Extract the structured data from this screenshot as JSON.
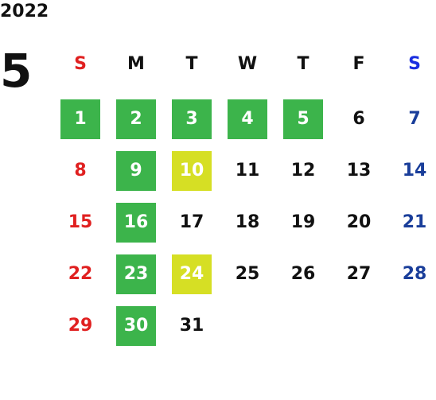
{
  "year": "2022",
  "month": "5",
  "colors": {
    "sunday": "#e02020",
    "saturday": "#1a3e9a",
    "weekday": "#111111",
    "green": "#3cb44b",
    "yellow": "#d6df24"
  },
  "weekdays": [
    {
      "label": "S",
      "color": "#e02020"
    },
    {
      "label": "M",
      "color": "#111111"
    },
    {
      "label": "T",
      "color": "#111111"
    },
    {
      "label": "W",
      "color": "#111111"
    },
    {
      "label": "T",
      "color": "#111111"
    },
    {
      "label": "F",
      "color": "#111111"
    },
    {
      "label": "S",
      "color": "#1a2ee0"
    }
  ],
  "weeks": [
    [
      {
        "day": "1",
        "highlight": "green"
      },
      {
        "day": "2",
        "highlight": "green"
      },
      {
        "day": "3",
        "highlight": "green"
      },
      {
        "day": "4",
        "highlight": "green"
      },
      {
        "day": "5",
        "highlight": "green"
      },
      {
        "day": "6"
      },
      {
        "day": "7"
      }
    ],
    [
      {
        "day": "8"
      },
      {
        "day": "9",
        "highlight": "green"
      },
      {
        "day": "10",
        "highlight": "yellow"
      },
      {
        "day": "11"
      },
      {
        "day": "12"
      },
      {
        "day": "13"
      },
      {
        "day": "14"
      }
    ],
    [
      {
        "day": "15"
      },
      {
        "day": "16",
        "highlight": "green"
      },
      {
        "day": "17"
      },
      {
        "day": "18"
      },
      {
        "day": "19"
      },
      {
        "day": "20"
      },
      {
        "day": "21"
      }
    ],
    [
      {
        "day": "22"
      },
      {
        "day": "23",
        "highlight": "green"
      },
      {
        "day": "24",
        "highlight": "yellow"
      },
      {
        "day": "25"
      },
      {
        "day": "26"
      },
      {
        "day": "27"
      },
      {
        "day": "28"
      }
    ],
    [
      {
        "day": "29"
      },
      {
        "day": "30",
        "highlight": "green"
      },
      {
        "day": "31"
      }
    ]
  ]
}
